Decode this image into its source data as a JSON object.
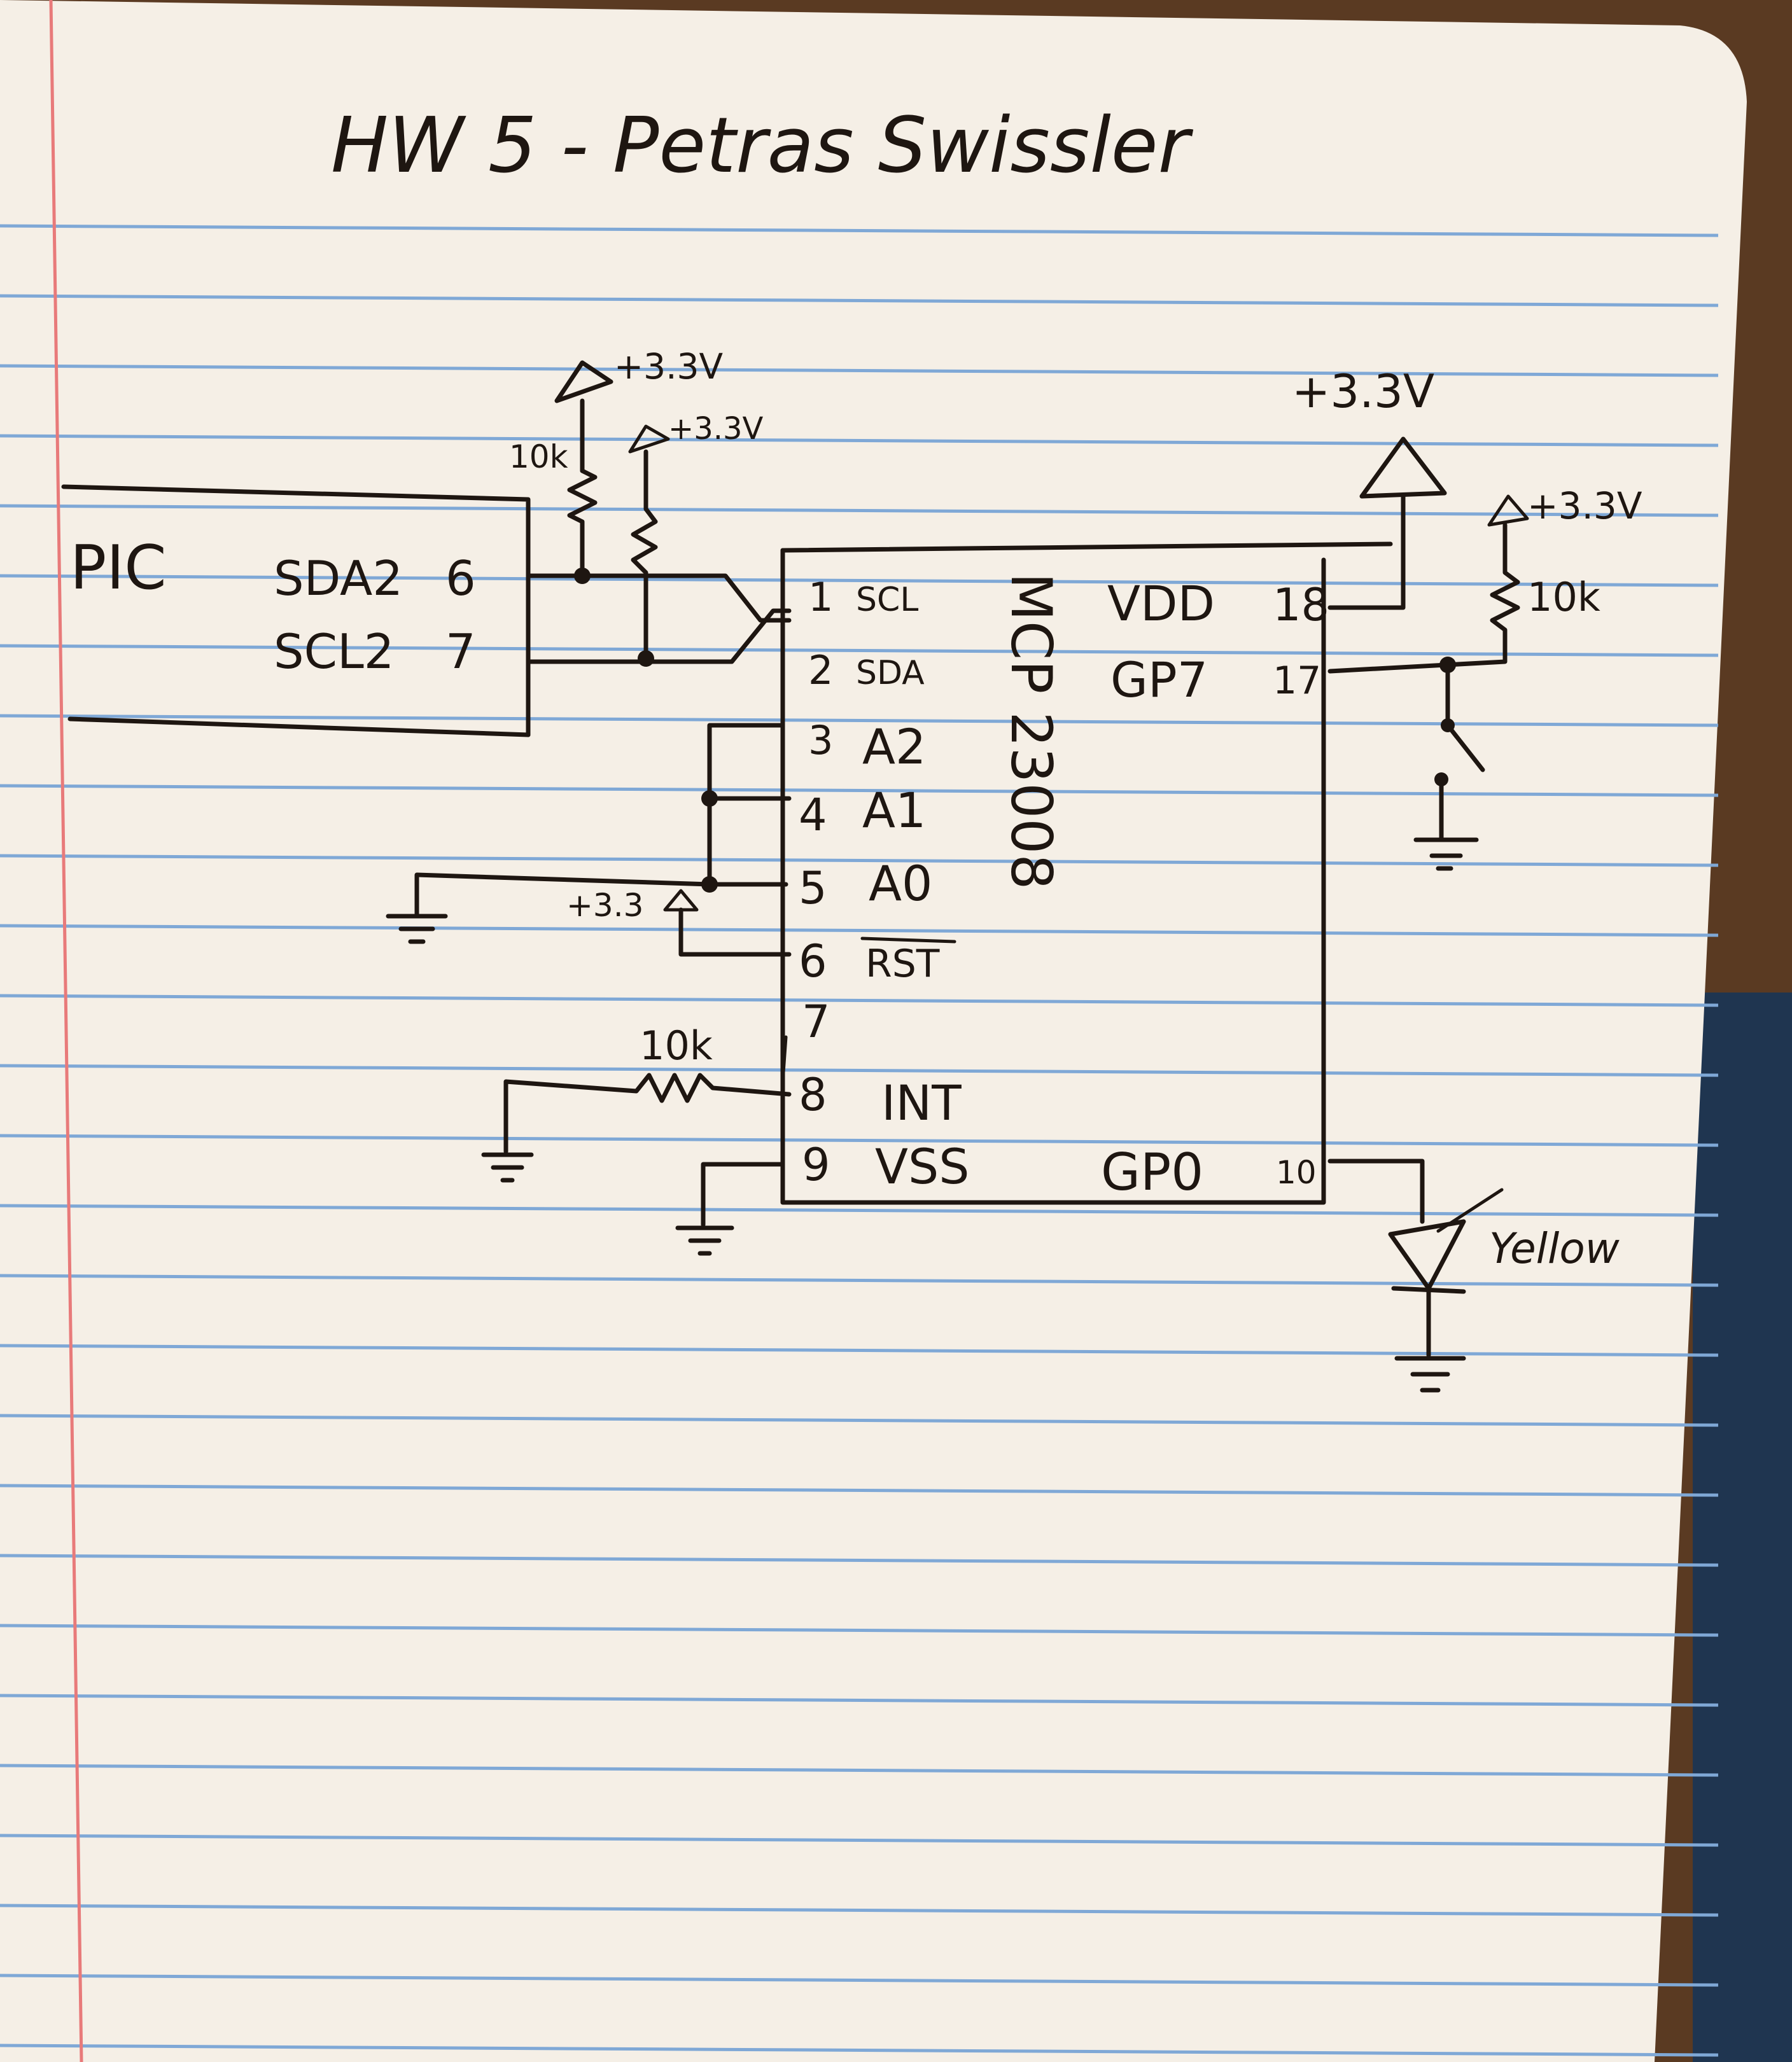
{
  "title": "HW 5 - Petras Swissler",
  "colors": {
    "paper": "#f5efe6",
    "ink": "#1e1611",
    "rule_line": "#7fa8d6",
    "margin_line": "#e87a7a",
    "desk": "#5a3a22",
    "fabric": "#1f3550"
  },
  "pic": {
    "label": "PIC",
    "pins": [
      {
        "name": "SDA2",
        "number": "6"
      },
      {
        "name": "SCL2",
        "number": "7"
      }
    ]
  },
  "chip": {
    "name": "MCP 23008",
    "left_pins": [
      {
        "number": "1",
        "name": "SCL"
      },
      {
        "number": "2",
        "name": "SDA"
      },
      {
        "number": "3",
        "name": "A2"
      },
      {
        "number": "4",
        "name": "A1"
      },
      {
        "number": "5",
        "name": "A0"
      },
      {
        "number": "6",
        "name": "RST"
      },
      {
        "number": "7",
        "name": ""
      },
      {
        "number": "8",
        "name": "INT"
      },
      {
        "number": "9",
        "name": "VSS"
      }
    ],
    "right_pins": [
      {
        "name": "VDD",
        "number": "18"
      },
      {
        "name": "GP7",
        "number": "17"
      },
      {
        "name": "GP0",
        "number": "10"
      }
    ]
  },
  "labels": {
    "supply_pullup1": "+3.3V",
    "supply_pullup2": "+3.3V",
    "supply_vdd": "+3.3V",
    "supply_gp7": "+3.3V",
    "supply_rst": "+3.3",
    "r_pullup": "10k",
    "r_int": "10k",
    "r_gp7": "10k",
    "led_color": "Yellow"
  }
}
